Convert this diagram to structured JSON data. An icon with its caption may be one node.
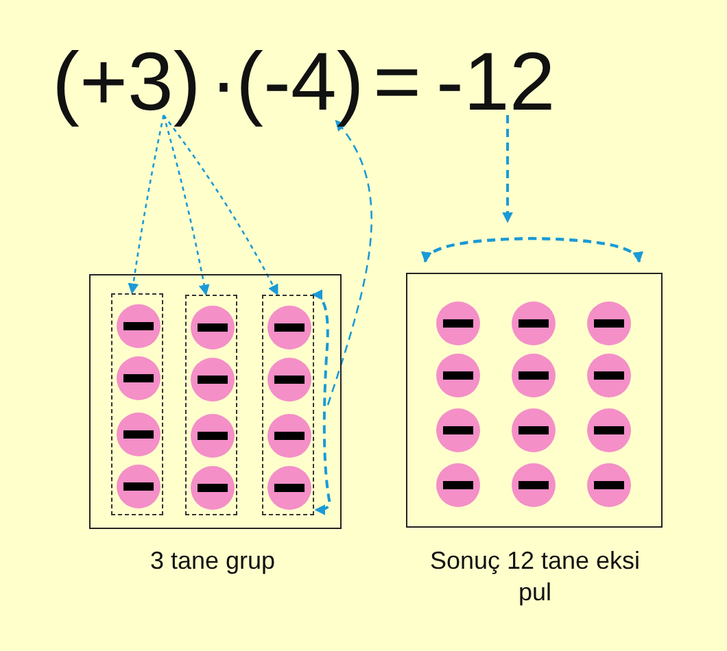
{
  "diagram": {
    "nodes": [
      {
        "text": [
          "(+3)"
        ]
      },
      {
        "text": [
          "(-4)"
        ]
      },
      {
        "text": [
          "-12"
        ]
      },
      {
        "text": [],
        "shape": "box",
        "beside": [
          "3 tane grup"
        ]
      },
      {
        "text": [],
        "shape": "box",
        "in": 3
      },
      {
        "text": [],
        "shape": "box",
        "in": 3
      },
      {
        "text": [],
        "shape": "box",
        "in": 3
      },
      {
        "text": [],
        "shape": "box",
        "beside": [
          "Sonuç 12 tane eksi pul"
        ]
      }
    ],
    "edges": [
      {
        "from": 0,
        "to": 4,
        "arrow": "to",
        "style": "dashed"
      },
      {
        "from": 0,
        "to": 5,
        "arrow": "to",
        "style": "dashed"
      },
      {
        "from": 0,
        "to": 6,
        "arrow": "to",
        "style": "dashed"
      },
      {
        "from": 6,
        "to": 1,
        "arrow": "to",
        "style": "dashed"
      },
      {
        "from": 2,
        "to": 7,
        "arrow": "to",
        "style": "dashed"
      }
    ],
    "labels": [
      "·",
      "="
    ]
  }
}
